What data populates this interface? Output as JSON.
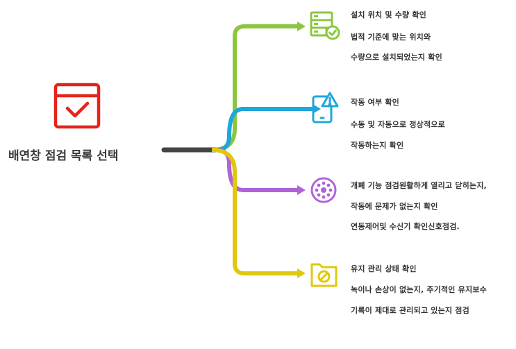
{
  "title": "배연창 점검 목록 선택",
  "colors": {
    "title_icon": "#e3231c",
    "stem": "#444444",
    "branch1": "#8cc63f",
    "branch2": "#1ea7d9",
    "branch3": "#b063d9",
    "branch4": "#e0c80c"
  },
  "icons": {
    "title": "calendar-check-icon",
    "branch1": "server-check-icon",
    "branch2": "tablet-alert-icon",
    "branch3": "gear-cog-icon",
    "branch4": "folder-blocked-icon"
  },
  "branches": [
    {
      "lines": [
        "설치 위치 및 수량 확인",
        "법적 기준에 맞는 위치와",
        "수량으로 설치되었는지 확인"
      ]
    },
    {
      "lines": [
        "작동 여부 확인",
        "수동 및 자동으로 정상적으로",
        "작동하는지 확인"
      ]
    },
    {
      "lines": [
        "개폐 기능 점검원활하게 열리고 닫히는지,",
        "작동에 문제가 없는지 확인",
        "연동제어및 수신기 확인신호점검."
      ]
    },
    {
      "lines": [
        "유지 관리 상태 확인",
        "녹이나 손상이 없는지, 주기적인 유지보수",
        "기록이 제대로 관리되고  있는지 점검"
      ]
    }
  ]
}
